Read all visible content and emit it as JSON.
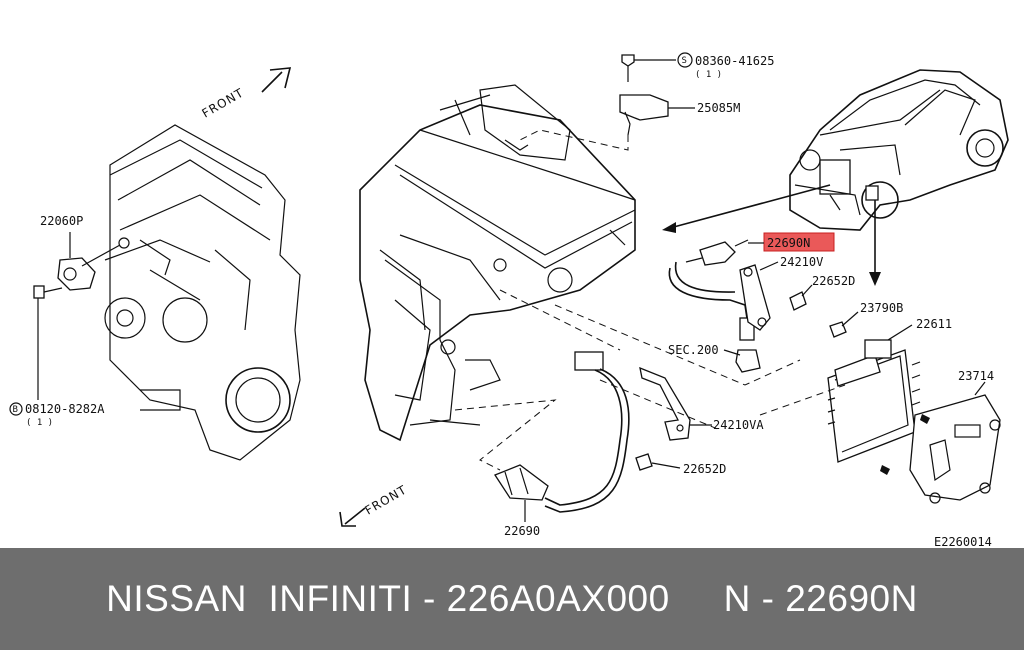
{
  "diagram": {
    "labels": {
      "front_top": "FRONT",
      "front_bottom": "FRONT",
      "p22060P": "22060P",
      "bolt_B": "B",
      "p08120": "08120-8282A",
      "p08120_qty": "( 1 )",
      "bolt_S": "S",
      "p08360": "08360-41625",
      "p08360_qty": "( 1 )",
      "p25085M": "25085M",
      "p22690N": "22690N",
      "p24210V": "24210V",
      "p22652D_a": "22652D",
      "sec200": "SEC.200",
      "p23790B": "23790B",
      "p22611": "22611",
      "p23714": "23714",
      "p24210VA": "24210VA",
      "p22652D_b": "22652D",
      "p22690": "22690",
      "ref_code": "E2260014"
    },
    "highlight_color": "#e63c3c"
  },
  "banner": {
    "brand": "NISSAN  INFINITI - 226A0AX000",
    "part": "N - 22690N"
  }
}
